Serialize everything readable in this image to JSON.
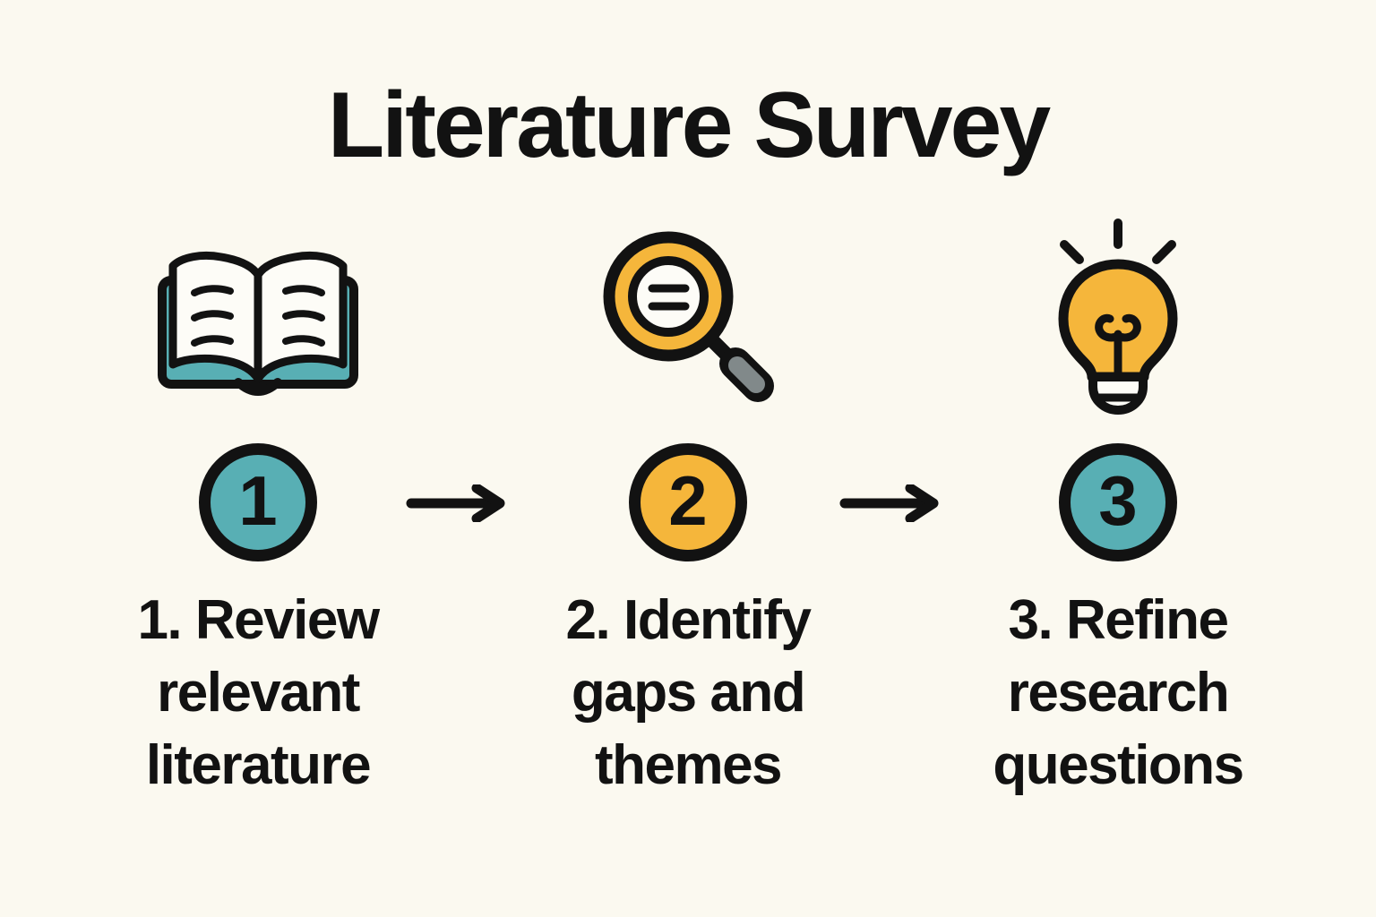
{
  "page": {
    "title": "Literature Survey",
    "background_color": "#fbf9f0"
  },
  "colors": {
    "teal": "#58afb4",
    "yellow": "#f5b63b",
    "ink": "#121212",
    "paper": "#fdfcf7",
    "handle_gray": "#81898a"
  },
  "steps": [
    {
      "number": "1",
      "icon": "open-book-icon",
      "accent": "teal",
      "label": "1. Review relevant literature",
      "label_lines": {
        "l1": "1. Review",
        "l2": "relevant",
        "l3": "literature"
      }
    },
    {
      "number": "2",
      "icon": "magnifying-glass-icon",
      "accent": "yellow",
      "label": "2. Identify gaps and themes",
      "label_lines": {
        "l1": "2. Identify",
        "l2": "gaps and",
        "l3": "themes"
      }
    },
    {
      "number": "3",
      "icon": "lightbulb-icon",
      "accent": "teal",
      "label": "3. Refine research questions",
      "label_lines": {
        "l1": "3. Refine",
        "l2": "research",
        "l3": "questions"
      }
    }
  ],
  "arrows": {
    "between_1_2": "arrow-right-icon",
    "between_2_3": "arrow-right-icon"
  }
}
